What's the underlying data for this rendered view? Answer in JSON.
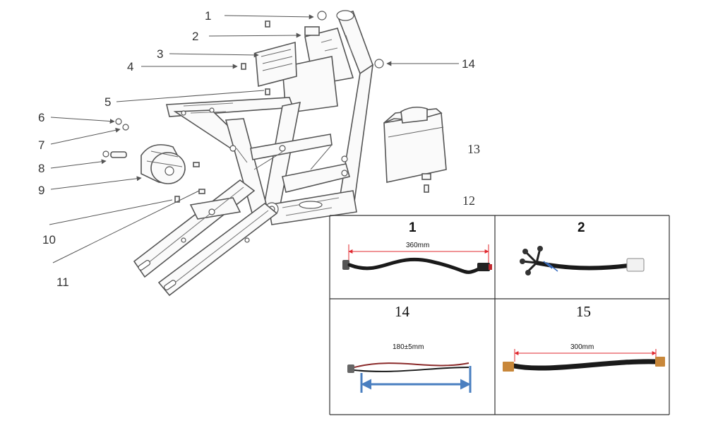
{
  "callouts": {
    "c1": "1",
    "c2": "2",
    "c3": "3",
    "c4": "4",
    "c5": "5",
    "c6": "6",
    "c7": "7",
    "c8": "8",
    "c9": "9",
    "c10": "10",
    "c11": "11",
    "c12": "12",
    "c13": "13",
    "c14": "14"
  },
  "panels": {
    "p1": {
      "title": "1",
      "dimension": "360mm"
    },
    "p2": {
      "title": "2"
    },
    "p14": {
      "title": "14",
      "dimension": "180±5mm"
    },
    "p15": {
      "title": "15",
      "dimension": "300mm"
    }
  },
  "colors": {
    "dim_red": "#e0282f",
    "dim_blue": "#4a7fc0",
    "cable": "#1a1a1a",
    "connector_orange": "#c8873a"
  }
}
